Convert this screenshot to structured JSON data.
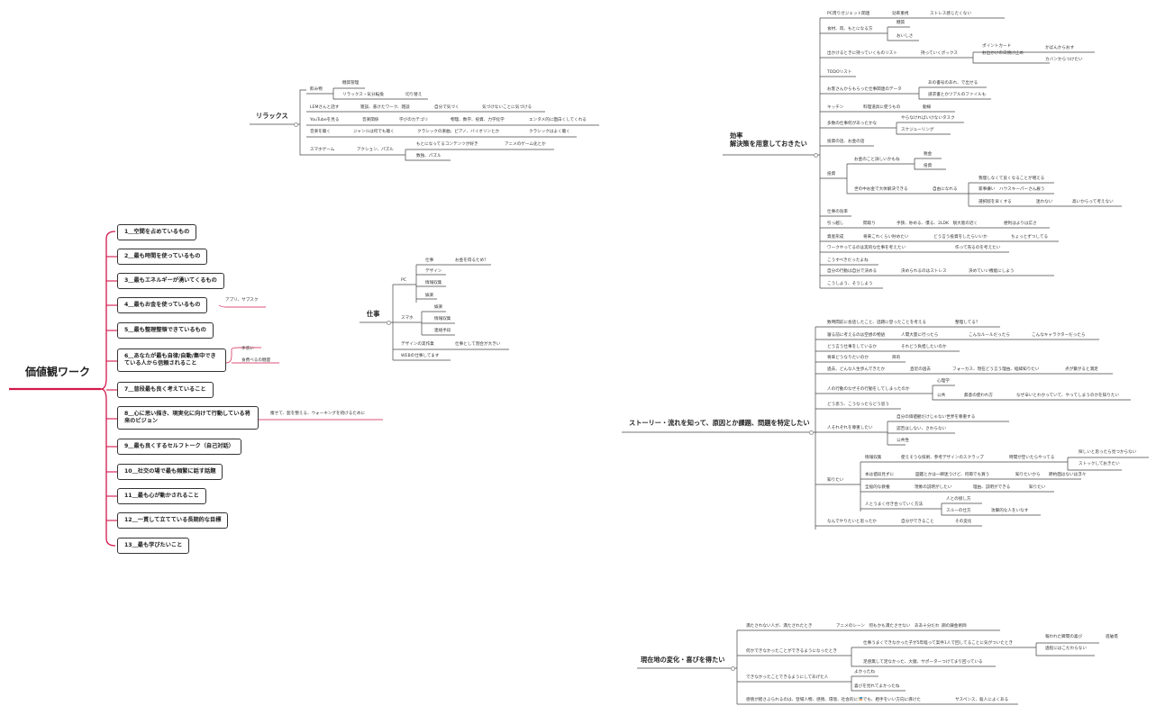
{
  "root": {
    "title": "価値観ワーク",
    "accent": "#d2184b"
  },
  "topics": [
    "1＿空間を占めているもの",
    "2＿最も時間を使っているもの",
    "3＿最もエネルギーが湧いてくるもの",
    "4＿最もお金を使っているもの",
    "5＿最も整理整頓できているもの",
    "6＿あなたが最も自律/自動/集中できている人から信頼されること",
    "7＿普段最も良く考えていること",
    "8＿心に思い描き、現実化に向けて行動している将来のビジョン",
    "9＿最も良くするセルフトーク（自己対話）",
    "10＿社交の場で最も頻繁に話す話題",
    "11＿最も心が動かされること",
    "12＿一貫して立てている長期的な目標",
    "13＿最も学びたいこと"
  ],
  "topic_notes": {
    "n4": "アプリ、サブスク",
    "n6a": "手洗い",
    "n6b": "食费べるの糖量",
    "n8": "痩せて、髭を整える、ウォーキングを続けるために"
  },
  "relax": {
    "title": "リラックス",
    "items": {
      "r1": "飲み物",
      "r1a": "糖質管理",
      "r1b": "リラックス・気分転換",
      "r1c": "切り替え",
      "r2": "LEMさんと話す",
      "r2a": "雑談、愚けたワーク、雑談",
      "r2b": "自分で気づく",
      "r2c": "気づけないことに気づける",
      "r3": "YouTubeを見る",
      "r3a": "音楽関係",
      "r3b": "学びのカテゴリ",
      "r3c": "物理、数学、投資、力学化学",
      "r3d": "エンタメ的に面白くしてくれる",
      "r4": "音楽を聴く",
      "r4a": "ジャンルは何でも聴く",
      "r4b": "クラシックの楽曲、ピアノ、バイオリンとか",
      "r4c": "クラシックはよく聴く",
      "r5": "スマホゲーム",
      "r5a": "アクション、パズル",
      "r5b": "もとになってるコンテンツが好き",
      "r5c": "アニメのゲーム化とか",
      "r5d": "数独、パズル"
    }
  },
  "work": {
    "title": "仕事",
    "items": {
      "w1": "PC",
      "w1a": "仕事",
      "w1b": "お金を得るため？",
      "w1c": "デザイン",
      "w1d": "情報収集",
      "w1e": "娯楽",
      "w2": "スマホ",
      "w2a": "娯楽",
      "w2b": "情報収集",
      "w2c": "連絡手段",
      "w3": "デザインの実作業",
      "w3a": "仕事として割合が大きい",
      "w4": "WEBの仕事してます"
    }
  },
  "efficiency": {
    "title_line1": "効率",
    "title_line2": "解決策を用意しておきたい",
    "items": {
      "e1": "PC周りガジェット関連",
      "e1a": "効率重視",
      "e1b": "ストレス感じたくない",
      "e2": "食材、肉、もとになる方",
      "e2a": "糖質",
      "e2b": "おいしさ",
      "e3": "出かけるときに持っていくものリスト",
      "e3a": "持っていくボックス",
      "e3b": "ポイントカード",
      "e3c": "お出かけの日焼け止め",
      "e3d": "かばんからおす",
      "e3e": "カバンからつけたい",
      "e4": "TODOリスト",
      "e5": "お客さんからもらった仕事関連のデータ",
      "e5a": "あの書号のあれ、で出せる",
      "e5b": "請求書とかツアルのファイルも",
      "e6": "キッチン",
      "e6a": "料理道具に使うもの",
      "e6b": "動線",
      "e7": "多数の仕事何があったかな",
      "e7a": "やらなければいけないタスク",
      "e7b": "スケジューリング",
      "e8": "投資の話、お金の話",
      "e9": "投資",
      "e9a": "お金のこと詳しいかもね",
      "e9b": "税金",
      "e9c": "投資",
      "e9d": "世の中お金で大体解決できる",
      "e9e": "自由になれる",
      "e9f": "我慢しなくて良くなることが増える",
      "e9g": "家事嫌い　ハウスキーパーさん雇う",
      "e9h": "選択肢を早くする",
      "e9i": "迷わない",
      "e9j": "高いからって考えない",
      "e10": "仕事の効率",
      "e11": "引っ越し",
      "e11a": "間取り",
      "e11b": "手狭、貯める、慣る、2LDK　駅大阪の近く",
      "e11c": "便利はよりは広さ",
      "e12": "資産形成",
      "e12a": "将来これくらい貯めたい",
      "e12b": "どう言う投資をしたらいいか",
      "e12c": "ちょっとずつしてる",
      "e13": "ワークやってるのは実的な仕事を考えたい",
      "e13a": "作って売るのを考えたい",
      "e14": "こうすべきだったよね",
      "e15": "自分の行動は自分で決める",
      "e15a": "決められるのはストレス",
      "e15b": "決めていい機能にしよう",
      "e16": "こうしよう、そうしよう"
    }
  },
  "story": {
    "title": "ストーリー・流れを知って、原因とか課題、問題を特定したい",
    "items": {
      "s1": "数時間前に会話したこと、話題に登ったことを考える",
      "s1a": "整理してる？",
      "s2": "寝る前に考えるのは空想の物語",
      "s2a": "人間大量に行ったら",
      "s2b": "こんなルールだったら",
      "s2c": "こんなキャラクターだったら",
      "s3": "どう言う仕事をしているか",
      "s3a": "それどう負担したいのか",
      "s4": "将来どうなりたいのか",
      "s4a": "目的",
      "s5": "過去、どんな人生歩んできたか",
      "s5a": "直近の過去",
      "s5b": "フォーカス、現在どう言う理由、経緯知りたい",
      "s5c": "点が繋がると満足",
      "s6": "人の行動のなぜその行動をしてしまったのか",
      "s6a": "心理学",
      "s6b": "公共",
      "s6c": "無意の使われ方",
      "s6d": "なぜ辛いとわかっていて、やってしまうのかを知りたい",
      "s7": "どう思う、こうなったらどう思う",
      "s8": "人それぞれを尊重したい",
      "s8a": "自分の価値観だけじゃない世界を尊重する",
      "s8b": "認否はしない、さわらない",
      "s8c": "公共性",
      "s9": "知りたい",
      "s9a": "情報収集",
      "s9b": "使えそうな技術、参考デザインのスクラップ",
      "s9c": "時間が空いたらやってる",
      "s9d": "探しいと思ったら見つからない",
      "s9e": "ストックしておきたい",
      "s9f": "本は値段見ずに",
      "s9g": "図鑑とかは一瞬迷うけど、何冊でも買う",
      "s9h": "知りたいから",
      "s9i": "節約面はないは浮々",
      "s9j": "全般的な教養",
      "s9k": "現象の説明がしたい",
      "s9l": "理由、説明ができる",
      "s9m": "知りたい",
      "s9n": "人とうまく付き合っていく方法",
      "s9o": "人との接し方",
      "s9p": "スルーの仕方",
      "s9q": "攻撃的な人をいなす",
      "s10": "なんでやりたいと思ったか",
      "s10a": "自分ができること",
      "s10b": "その変化"
    }
  },
  "present": {
    "title": "現在地の変化・喜びを得たい",
    "items": {
      "p1": "満たされない人が、満たされたとき",
      "p1a": "アニメのシーン　何もかも満たさせない　ああ十分だわ",
      "p1b": "鋼の錬金術師",
      "p2": "何かできなかったことができるようになったとき",
      "p2a": "仕事うまくできなかった子が5年経って案件1人で回してることに気がついたとき",
      "p2b": "報われた瞬間の喜び",
      "p2c": "進破塔",
      "p2d": "過程にはこだわらない",
      "p2e": "足感無して足なかった、大腿、サポーターつけてまり回っている",
      "p3": "できなかったことできるようにしてあげた人",
      "p3a": "よかったね",
      "p3b": "喜びを見れてよかったね",
      "p4": "感情が揺さぶられるのは、登場人物、感情、環境、社会的に🎏でも、相手をいい方向に導けた",
      "p4a": "サスペンス、殺人によくある"
    }
  }
}
